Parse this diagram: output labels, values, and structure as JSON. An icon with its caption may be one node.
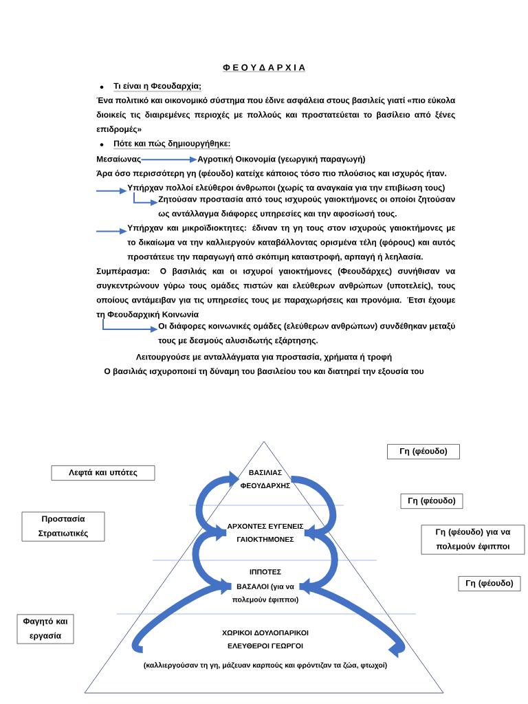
{
  "diagram": {
    "title": "Φ Ε Ο Υ Δ Α Ρ Χ Ι Α",
    "nodes": [
      {
        "text": [
          "Μεσαίωνας"
        ]
      },
      {
        "text": [
          "Αγροτική Οικονομία (γεωργική παραγωγή)"
        ]
      },
      {
        "text": [
          "Υπήρχαν πολλοί ελεύθεροι άνθρωποι (χωρίς τα αναγκαία για την επιβίωση τους)"
        ]
      },
      {
        "text": [
          "Ζητούσαν προστασία από τους ισχυρούς γαιοκτήμονες οι οποίοι ζητούσαν ως αντάλλαγμα διάφορες υπηρεσίες και την αφοσίωσή τους."
        ]
      },
      {
        "text": [
          "Υπήρχαν και μικροϊδιοκτητες: έδιναν τη γη τους στον ισχυρούς γαιοκτήμονες με το δικαίωμα να την καλλιεργούν καταβάλλοντας ορισμένα τέλη (φόρους) και αυτός προστάτευε την παραγωγή από σκόπιμη καταστροφή, αρπαγή ή λεηλασία."
        ]
      },
      {
        "text": [
          "Συμπέρασμα: Ο βασιλιάς και οι ισχυροί γαιοκτήμονες (Φεουδάρχες) συνήθισαν να συγκεντρώνουν γύρω τους ομάδες πιστών και ελεύθερων ανθρώπων (υποτελείς), τους οποίους αντάμειβαν για τις υπηρεσίες τους με παραχωρήσεις και προνόμια. Έτσι έχουμε τη Φεουδαρχική Κοινωνία"
        ]
      },
      {
        "text": [
          "Οι διάφορες κοινωνικές ομάδες (ελεύθερων ανθρώπων) συνδέθηκαν μεταξύ τους με δεσμούς αλυσιδωτής εξάρτησης."
        ]
      },
      {
        "text": [
          "Γη (φέουδο)"
        ]
      },
      {
        "text": [
          "Λεφτά και υπότες"
        ]
      },
      {
        "text": [
          "ΒΑΣΙΛΙΑΣ ΦΕΟΥΔΑΡΧΗΣ"
        ]
      },
      {
        "text": [
          "Γη (φέουδο)"
        ]
      },
      {
        "text": [
          "Προστασία Στρατιωτικές"
        ]
      },
      {
        "text": [
          "ΑΡΧΟΝΤΕΣ ΕΥΓΕΝΕΙΣ ΓΑΙΟΚΤΗΜΟΝΕΣ"
        ]
      },
      {
        "text": [
          "Γη (φέουδο) για να πολεμούν έφιπποι"
        ]
      },
      {
        "text": [
          "Γη (φέουδο)"
        ]
      },
      {
        "text": [
          "ΙΠΠΟΤΕΣ",
          "ΒΑΣΑΛΟΙ (για να πολεμούν έφιπποι)"
        ]
      },
      {
        "text": [
          "Φαγητό και εργασία"
        ]
      },
      {
        "text": [
          "ΧΩΡΙΚΟΙ ΔΟΥΛΟΠΑΡΙΚΟΙ ΕΛΕΥΘΕΡΟΙ ΓΕΩΡΓΟΙ",
          "(καλλιεργούσαν τη γη, μάζευαν καρπούς και φρόντιζαν τα ζώα, φτωχοί)"
        ]
      }
    ],
    "edges": [
      {
        "from": 0,
        "to": 1,
        "arrow": "to"
      },
      {
        "from": null,
        "to": 2,
        "arrow": "to"
      },
      {
        "from": 2,
        "to": 3,
        "arrow": "to"
      },
      {
        "from": null,
        "to": 4,
        "arrow": "to"
      },
      {
        "from": 5,
        "to": 6,
        "arrow": "to"
      },
      {
        "from": 12,
        "to": 9,
        "arrow": "to"
      },
      {
        "from": 15,
        "to": 12,
        "arrow": "to"
      },
      {
        "from": 17,
        "to": 15,
        "arrow": "to"
      },
      {
        "from": 9,
        "to": 12,
        "arrow": "to"
      },
      {
        "from": 12,
        "to": 15,
        "arrow": "to"
      },
      {
        "from": 15,
        "to": 17,
        "arrow": "to"
      }
    ],
    "labels": [
      "Τι είναι η Φεουδαρχία;",
      "Ένα πολιτικό και οικονομικό σύστημα που έδινε ασφάλεια στους βασιλείς γιατί «πιο εύκολα διοικείς τις διαιρεμένες περιοχές με πολλούς και προστατεύεται το βασίλειο από ξένες επιδρομές»",
      "Πότε και πώς δημιουργήθηκε:",
      "Άρα όσο περισσότερη γη (φέουδο) κατείχε κάποιος τόσο πιο πλούσιος και ισχυρός ήταν.",
      "Λειτουργούσε με ανταλλάγματα για προστασία, χρήματα ή τροφή",
      "Ο βασιλιάς ισχυροποιεί τη δύναμη του βασιλείου του και διατηρεί την εξουσία του"
    ]
  }
}
